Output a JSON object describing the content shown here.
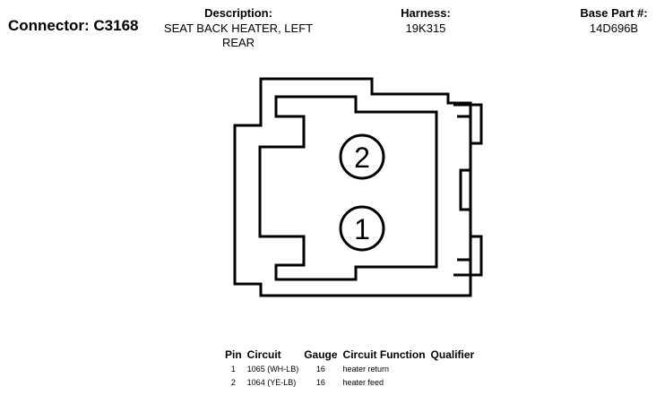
{
  "header": {
    "connector_title": "Connector: C3168",
    "description_label": "Description:",
    "description_line1": "SEAT BACK HEATER, LEFT",
    "description_line2": "REAR",
    "harness_label": "Harness:",
    "harness_value": "19K315",
    "base_part_label": "Base Part #:",
    "base_part_value": "14D696B"
  },
  "diagram": {
    "pin_labels": [
      "2",
      "1"
    ],
    "stroke_color": "#000000"
  },
  "pin_table": {
    "headers": [
      "Pin",
      "Circuit",
      "Gauge",
      "Circuit Function",
      "Qualifier"
    ],
    "rows": [
      {
        "pin": "1",
        "circuit": "1065 (WH-LB)",
        "gauge": "16",
        "function": "heater return",
        "qualifier": ""
      },
      {
        "pin": "2",
        "circuit": "1064 (YE-LB)",
        "gauge": "16",
        "function": "heater feed",
        "qualifier": ""
      }
    ]
  }
}
